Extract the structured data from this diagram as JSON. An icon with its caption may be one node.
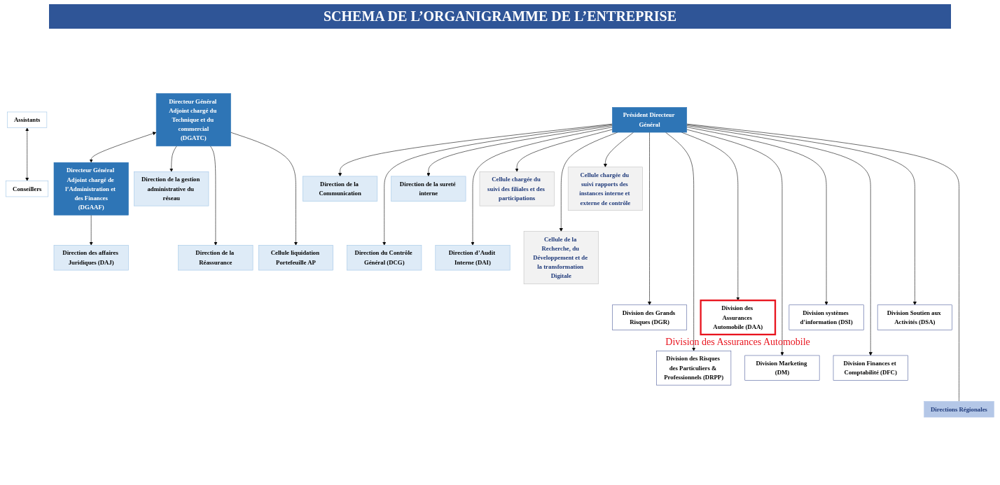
{
  "diagram": {
    "title": "SCHEMA DE L’ORGANIGRAMME DE L’ENTREPRISE",
    "nodes": [
      {
        "text": [
          "Président Directeur Général"
        ]
      },
      {
        "text": [
          "Assistants"
        ]
      },
      {
        "text": [
          "Conseillers"
        ]
      },
      {
        "text": [
          "Direction de la Communication"
        ]
      },
      {
        "text": [
          "Direction du Contrôle Général (DCG)"
        ]
      },
      {
        "text": [
          "Direction de la sureté interne"
        ]
      },
      {
        "text": [
          "Direction d’Audit Interne (DAI)"
        ]
      },
      {
        "text": [
          "Cellule chargée du suivi des filiales et des participations"
        ]
      },
      {
        "text": [
          "Cellule de la Recherche, du Développement et de la transformation Digitale"
        ]
      },
      {
        "text": [
          "Cellule chargée du suivi rapports des instances interne et externe de contrôle"
        ]
      },
      {
        "text": [
          "Directeur Général Adjoint chargé du Technique et du commercial",
          "(DGATC)"
        ]
      },
      {
        "text": [
          "Directeur Général Adjoint chargé de l’Administration et des Finances",
          "(DGAAF)"
        ]
      },
      {
        "text": [
          "Direction de la gestion administrative du réseau"
        ]
      },
      {
        "text": [
          "Direction de la Réassurance"
        ]
      },
      {
        "text": [
          "Cellule liquidation Portefeuille AP"
        ]
      },
      {
        "text": [
          "Division des Grands Risques (DGR)"
        ]
      },
      {
        "text": [
          "Division des Risques des Particuliers & Professionnels (DRPP)"
        ]
      },
      {
        "text": [
          "Division des Assurances Automobile (DAA)"
        ],
        "beside": [
          "Division des Assurances Automobile"
        ]
      },
      {
        "text": [
          "Division Marketing (DM)"
        ]
      },
      {
        "text": [
          "Division systèmes d’information (DSI)"
        ]
      },
      {
        "text": [
          "Division Finances et Comptabilité (DFC)"
        ]
      },
      {
        "text": [
          "Division Soutien aux Activités (DSA)"
        ]
      },
      {
        "text": [
          "Direction des affaires Juridiques (DAJ)"
        ]
      },
      {
        "text": [
          "Directions Régionales"
        ]
      }
    ],
    "edges": [
      {
        "from": 1,
        "to": 2,
        "arrow": "both"
      },
      {
        "from": 0,
        "to": 3,
        "arrow": "to"
      },
      {
        "from": 0,
        "to": 4,
        "arrow": "to"
      },
      {
        "from": 0,
        "to": 5,
        "arrow": "to"
      },
      {
        "from": 0,
        "to": 6,
        "arrow": "to"
      },
      {
        "from": 0,
        "to": 7,
        "arrow": "to"
      },
      {
        "from": 0,
        "to": 8,
        "arrow": "to"
      },
      {
        "from": 0,
        "to": 9,
        "arrow": "to"
      },
      {
        "from": 10,
        "to": 11,
        "arrow": "both"
      },
      {
        "from": 10,
        "to": 12,
        "arrow": "to"
      },
      {
        "from": 10,
        "to": 13,
        "arrow": "to"
      },
      {
        "from": 10,
        "to": 14,
        "arrow": "to"
      },
      {
        "from": 0,
        "to": 15,
        "arrow": "to"
      },
      {
        "from": 0,
        "to": 16,
        "arrow": "to"
      },
      {
        "from": 0,
        "to": 17,
        "arrow": "to"
      },
      {
        "from": 0,
        "to": 18,
        "arrow": "to"
      },
      {
        "from": 0,
        "to": 19,
        "arrow": "to"
      },
      {
        "from": 0,
        "to": 20,
        "arrow": "to"
      },
      {
        "from": 0,
        "to": 21,
        "arrow": "to"
      },
      {
        "from": 11,
        "to": 22,
        "arrow": "to"
      },
      {
        "from": 0,
        "to": 23,
        "arrow": "none"
      }
    ]
  }
}
